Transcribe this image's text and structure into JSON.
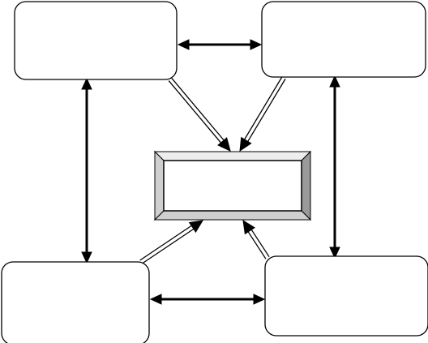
{
  "diagram": {
    "style": {
      "stroke": "#000000",
      "fill": "#ffffff",
      "bevel_light": "#ededed",
      "bevel_mid": "#cfcfcf",
      "bevel_dark": "#9a9a9a"
    },
    "nodes": [
      {
        "id": "top-left",
        "shape": "rounded-rectangle",
        "label": ""
      },
      {
        "id": "top-right",
        "shape": "rounded-rectangle",
        "label": ""
      },
      {
        "id": "center",
        "shape": "beveled-rectangle",
        "label": ""
      },
      {
        "id": "bottom-left",
        "shape": "rounded-rectangle",
        "label": ""
      },
      {
        "id": "bottom-right",
        "shape": "rounded-rectangle",
        "label": ""
      }
    ],
    "connections": [
      {
        "from": "top-left",
        "to": "top-right",
        "style": "solid",
        "direction": "both"
      },
      {
        "from": "bottom-left",
        "to": "bottom-right",
        "style": "solid",
        "direction": "both"
      },
      {
        "from": "top-left",
        "to": "bottom-left",
        "style": "solid",
        "direction": "both"
      },
      {
        "from": "top-right",
        "to": "bottom-right",
        "style": "solid",
        "direction": "both"
      },
      {
        "from": "top-left",
        "to": "center",
        "style": "hollow-double",
        "direction": "forward"
      },
      {
        "from": "top-right",
        "to": "center",
        "style": "hollow-double",
        "direction": "forward"
      },
      {
        "from": "bottom-left",
        "to": "center",
        "style": "hollow-double",
        "direction": "forward"
      },
      {
        "from": "bottom-right",
        "to": "center",
        "style": "hollow-double",
        "direction": "forward"
      }
    ]
  }
}
